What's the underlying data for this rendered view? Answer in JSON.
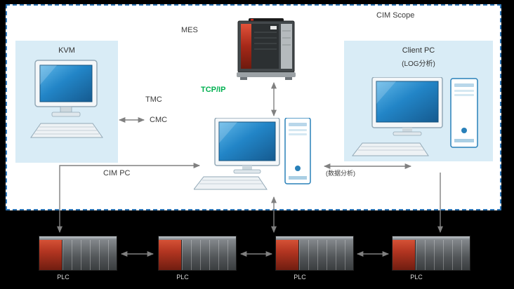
{
  "scope": {
    "label": "CIM Scope"
  },
  "kvm": {
    "label": "KVM"
  },
  "mes": {
    "label": "MES"
  },
  "network": {
    "tcpip_label": "TCP/IP",
    "tmc_label": "TMC",
    "cmc_label": "CMC"
  },
  "cim_pc": {
    "label": "CIM PC"
  },
  "client_pc": {
    "title": "Client PC",
    "subtitle": "(LOG分析)"
  },
  "link": {
    "label": "(数据分析)"
  },
  "plc_row": {
    "items": [
      {
        "label": "PLC"
      },
      {
        "label": "PLC"
      },
      {
        "label": "PLC"
      },
      {
        "label": "PLC"
      }
    ]
  },
  "colors": {
    "scope_border": "#2E75B6",
    "panel_fill": "#D9ECF6",
    "tcpip_green": "#00B050",
    "arrow_gray": "#808080",
    "background": "#000000"
  }
}
